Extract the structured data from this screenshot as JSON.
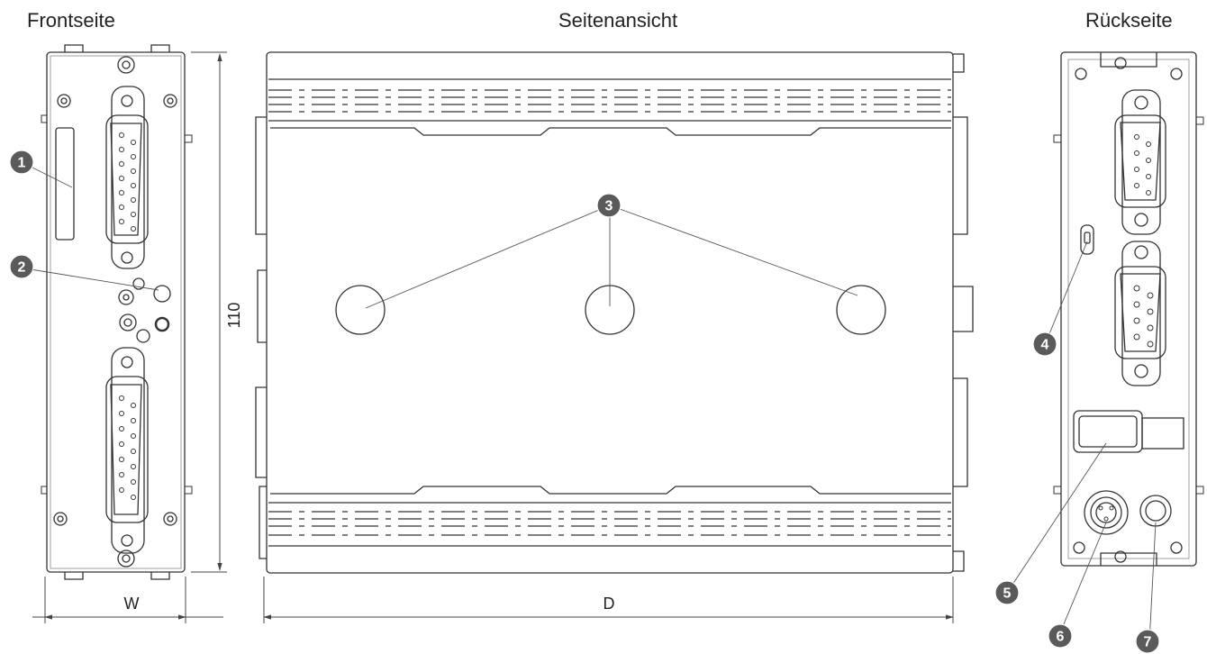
{
  "views": {
    "front": "Frontseite",
    "side": "Seitenansicht",
    "back": "Rückseite"
  },
  "dimensions": {
    "height": "110",
    "width": "W",
    "depth": "D"
  },
  "callouts": [
    "1",
    "2",
    "3",
    "4",
    "5",
    "6",
    "7"
  ]
}
